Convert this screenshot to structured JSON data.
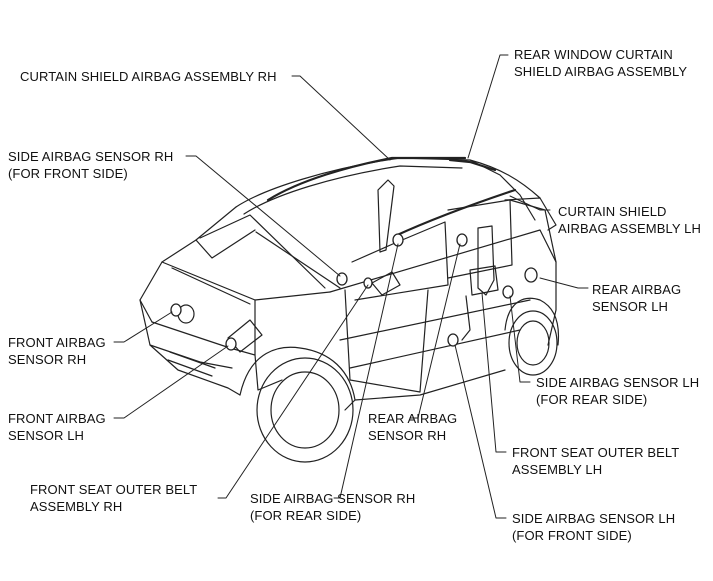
{
  "diagram": {
    "labels": {
      "curtain_rh": [
        "CURTAIN SHIELD AIRBAG ASSEMBLY RH"
      ],
      "rear_window": [
        "REAR WINDOW CURTAIN",
        "SHIELD AIRBAG ASSEMBLY"
      ],
      "side_sensor_rh_front": [
        "SIDE AIRBAG SENSOR RH",
        "(FOR FRONT SIDE)"
      ],
      "curtain_lh": [
        "CURTAIN SHIELD",
        "AIRBAG ASSEMBLY LH"
      ],
      "rear_sensor_lh": [
        "REAR AIRBAG",
        "SENSOR LH"
      ],
      "front_sensor_rh": [
        "FRONT AIRBAG",
        "SENSOR RH"
      ],
      "side_sensor_lh_rear": [
        "SIDE AIRBAG SENSOR LH",
        "(FOR REAR SIDE)"
      ],
      "front_sensor_lh": [
        "FRONT AIRBAG",
        "SENSOR LH"
      ],
      "rear_sensor_rh": [
        "REAR AIRBAG",
        "SENSOR RH"
      ],
      "belt_lh": [
        "FRONT SEAT OUTER BELT",
        "ASSEMBLY LH"
      ],
      "belt_rh": [
        "FRONT SEAT OUTER BELT",
        "ASSEMBLY RH"
      ],
      "side_sensor_rh_rear": [
        "SIDE AIRBAG SENSOR RH",
        "(FOR REAR SIDE)"
      ],
      "side_sensor_lh_front": [
        "SIDE AIRBAG SENSOR LH",
        "(FOR FRONT SIDE)"
      ]
    }
  }
}
